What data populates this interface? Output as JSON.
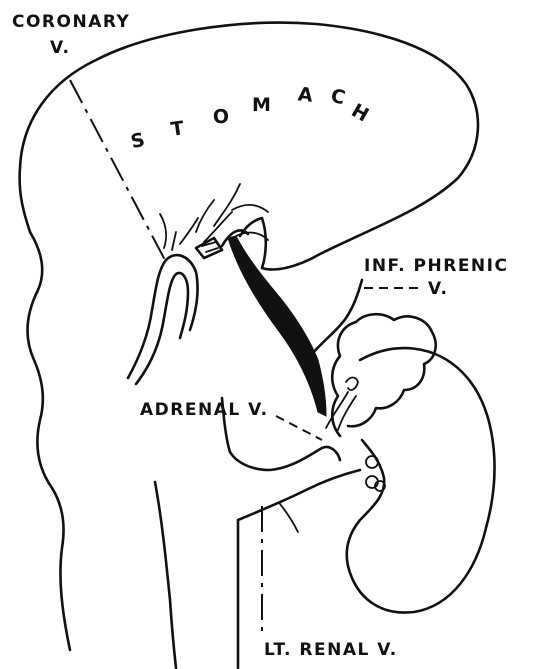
{
  "labels": {
    "coronary_line1": "CORONARY",
    "coronary_line2": "V.",
    "stomach": [
      "S",
      "T",
      "O",
      "M",
      "A",
      "C",
      "H"
    ],
    "inf_phrenic_line1": "INF. PHRENIC",
    "inf_phrenic_line2": "V.",
    "adrenal": "ADRENAL V.",
    "renal": "LT. RENAL V."
  }
}
